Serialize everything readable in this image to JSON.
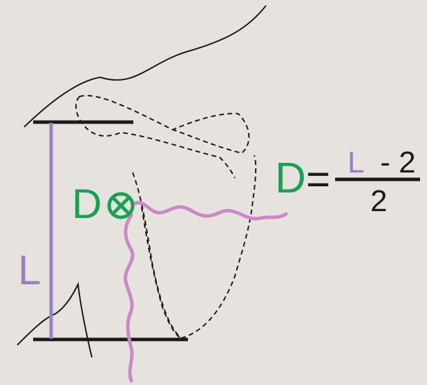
{
  "labels": {
    "length": "L",
    "depth": "D"
  },
  "formula": {
    "lhs": "D",
    "equals": "=",
    "numerator_variable": "L",
    "numerator_rest": " - 2",
    "denominator": "2"
  },
  "colors": {
    "background": "#e6e3df",
    "length": "#9b7fc0",
    "depth": "#1aa055",
    "wavy_lines": "#cc88c6",
    "outline": "#1a1a1a"
  },
  "icons": {
    "depth_marker": "circled-times-icon"
  }
}
